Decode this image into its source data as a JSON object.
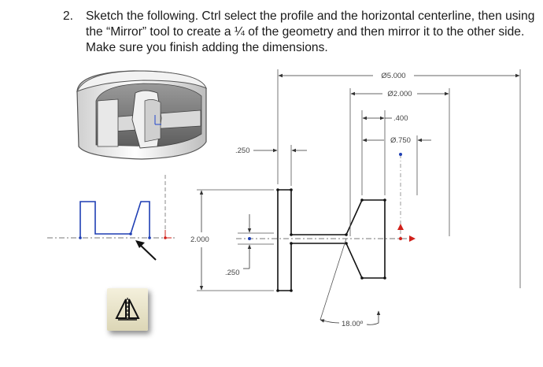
{
  "instruction": {
    "number": "2.",
    "text": "Sketch the following.  Ctrl select the profile and the horizontal centerline, then using the “Mirror” tool to create a ¼ of the geometry and then mirror it to the other side. Make sure you finish adding the dimensions."
  },
  "dimensions": {
    "d_outer": "Ø5.000",
    "d_mid": "Ø2.000",
    "w_400": ".400",
    "d_small": "Ø.750",
    "top_250": ".250",
    "height_2000": "2.000",
    "bottom_250": ".250",
    "angle": "18.00º"
  },
  "icons": {
    "part_view": "revolved-part-3d-icon",
    "profile_sketch": "quarter-profile-sketch-icon",
    "tool": "mirror-entities-tool-icon"
  },
  "colors": {
    "sketch_blue": "#1f3fb4",
    "sketch_black": "#111111",
    "dimension_gray": "#555555",
    "origin_red": "#d0201a",
    "tool_bg": "#ece6c9"
  }
}
